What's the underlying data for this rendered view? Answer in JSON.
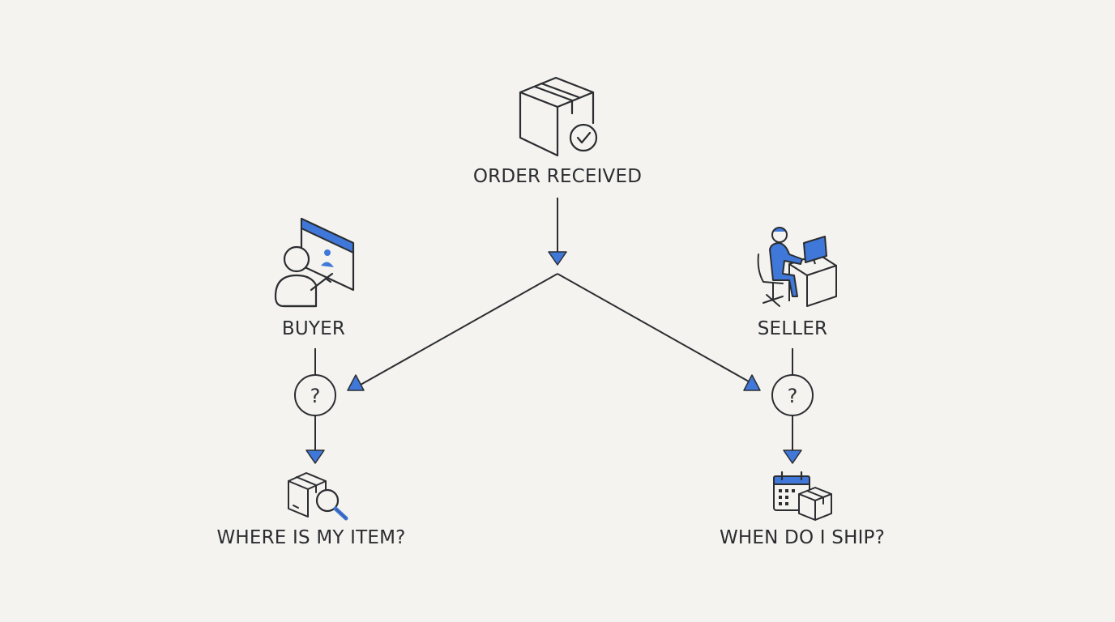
{
  "nodes": {
    "order": {
      "label": "ORDER RECEIVED",
      "icon": "package-check-icon"
    },
    "buyer": {
      "label": "BUYER",
      "icon": "buyer-at-screen-icon"
    },
    "seller": {
      "label": "SELLER",
      "icon": "seller-at-desk-icon"
    },
    "buyer_decision": {
      "symbol": "?",
      "icon": "question-circle-icon"
    },
    "seller_decision": {
      "symbol": "?",
      "icon": "question-circle-icon"
    },
    "buyer_question": {
      "label": "WHERE IS MY ITEM?",
      "icon": "package-search-icon"
    },
    "seller_question": {
      "label": "WHEN DO I SHIP?",
      "icon": "calendar-package-icon"
    }
  },
  "colors": {
    "background": "#f4f3ef",
    "line": "#2b2d31",
    "accent": "#3f78d8"
  }
}
